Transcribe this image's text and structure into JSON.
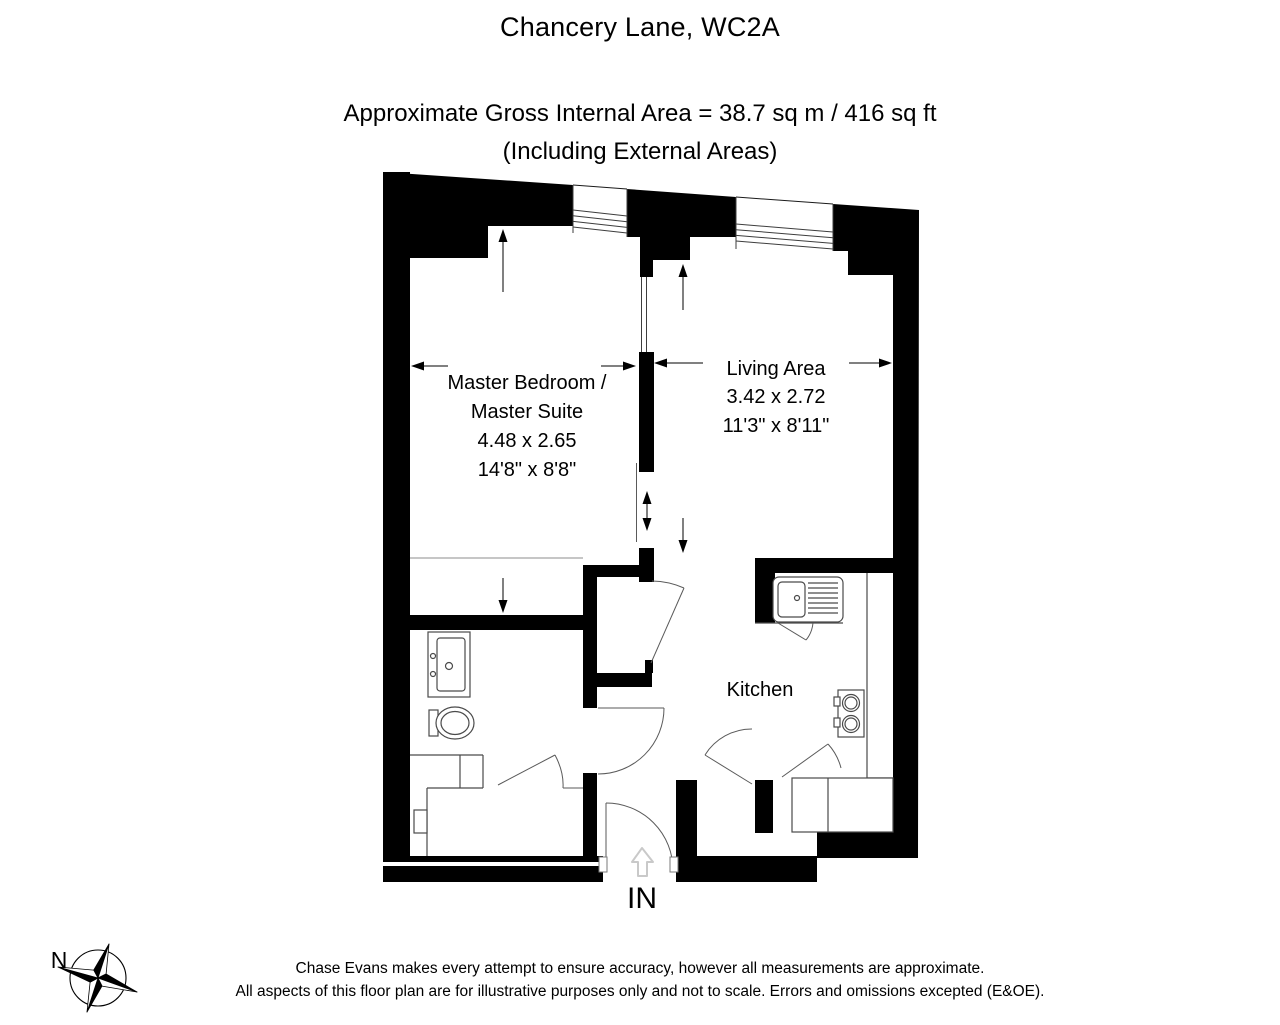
{
  "header": {
    "title": "Chancery Lane, WC2A",
    "area_line1": "Approximate Gross Internal Area = 38.7 sq m / 416 sq ft",
    "area_line2": "(Including External Areas)"
  },
  "rooms": {
    "master_bedroom": {
      "name_line1": "Master Bedroom /",
      "name_line2": "Master Suite",
      "dimensions_metric": "4.48 x 2.65",
      "dimensions_imperial": "14'8\" x 8'8\""
    },
    "living_area": {
      "name": "Living Area",
      "dimensions_metric": "3.42 x 2.72",
      "dimensions_imperial": "11'3\" x 8'11\""
    },
    "kitchen": {
      "name": "Kitchen"
    }
  },
  "entrance": {
    "label": "IN"
  },
  "compass": {
    "north_label": "N"
  },
  "footer": {
    "line1": "Chase Evans makes every attempt to ensure accuracy, however all measurements are approximate.",
    "line2": "All aspects of this floor plan are for illustrative purposes only and not to scale. Errors and omissions excepted (E&OE)."
  },
  "colors": {
    "wall": "#000000",
    "background": "#ffffff",
    "detail_line": "#4a4a4a",
    "ghost_arrow": "#c9c9c9"
  }
}
